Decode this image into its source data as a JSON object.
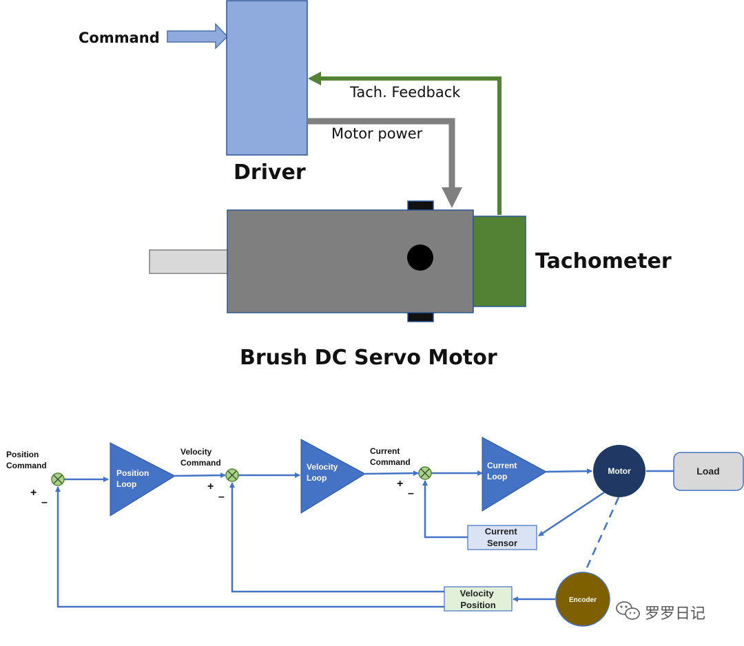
{
  "top_diagram": {
    "command_label": "Command",
    "driver_label": "Driver",
    "tach_feedback_label": "Tach. Feedback",
    "motor_power_label": "Motor power",
    "tachometer_label": "Tachometer",
    "motor_title": "Brush DC Servo Motor",
    "colors": {
      "driver_fill": "#8faadc",
      "motor_fill": "#7f7f7f",
      "tachometer_fill": "#548235",
      "feedback_line": "#548235",
      "power_line": "#808080"
    }
  },
  "bottom_diagram": {
    "position_command": [
      "Position",
      "Command"
    ],
    "velocity_command": [
      "Velocity",
      "Command"
    ],
    "current_command": [
      "Current",
      "Command"
    ],
    "position_loop": [
      "Position",
      "Loop"
    ],
    "velocity_loop": [
      "Velocity",
      "Loop"
    ],
    "current_loop": [
      "Current",
      "Loop"
    ],
    "motor_label": "Motor",
    "load_label": "Load",
    "current_sensor": [
      "Current",
      "Sensor"
    ],
    "velocity_position": [
      "Velocity",
      "Position"
    ],
    "encoder_label": "Encoder",
    "plus_sign": "+",
    "minus_sign": "–",
    "colors": {
      "amplifier_fill": "#4472c4",
      "wire": "#4472c4",
      "motor_fill": "#1f3864",
      "encoder_fill": "#7f6000",
      "load_fill": "#d9d9d9",
      "current_sensor_fill": "#dae3f3",
      "velocity_position_fill": "#e2f0d9",
      "summing_junction_fill": "#a9d18e"
    }
  },
  "watermark": {
    "icon": "wechat-icon",
    "text": "罗罗日记"
  }
}
